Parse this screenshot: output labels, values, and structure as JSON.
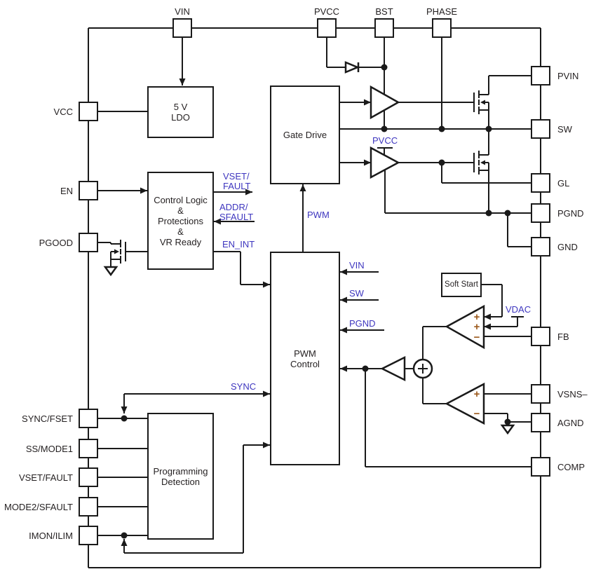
{
  "title": "Voltage regulator functional block diagram",
  "colors": {
    "line": "#1a1a1a",
    "accent_blue": "#3e36bf",
    "amp_sign": "#9c5a1d",
    "background": "#ffffff"
  },
  "pins": {
    "top": [
      {
        "label": "VIN"
      },
      {
        "label": "PVCC"
      },
      {
        "label": "BST"
      },
      {
        "label": "PHASE"
      }
    ],
    "left": [
      {
        "label": "VCC"
      },
      {
        "label": "EN"
      },
      {
        "label": "PGOOD"
      },
      {
        "label": "SYNC/FSET"
      },
      {
        "label": "SS/MODE1"
      },
      {
        "label": "VSET/FAULT"
      },
      {
        "label": "MODE2/SFAULT"
      },
      {
        "label": "IMON/ILIM"
      }
    ],
    "right": [
      {
        "label": "PVIN"
      },
      {
        "label": "SW"
      },
      {
        "label": "GL"
      },
      {
        "label": "PGND"
      },
      {
        "label": "GND"
      },
      {
        "label": "FB"
      },
      {
        "label": "VSNS–"
      },
      {
        "label": "AGND"
      },
      {
        "label": "COMP"
      }
    ]
  },
  "blocks": {
    "ldo": {
      "lines": [
        "5 V",
        "LDO"
      ]
    },
    "control_logic": {
      "lines": [
        "Control Logic",
        "&",
        "Protections",
        "&",
        "VR Ready"
      ]
    },
    "gate_drive": {
      "label": "Gate Drive"
    },
    "pwm_control": {
      "lines": [
        "PWM",
        "Control"
      ]
    },
    "programming_detection": {
      "lines": [
        "Programming",
        "Detection"
      ]
    },
    "soft_start": {
      "label": "Soft Start"
    }
  },
  "signals": {
    "vset_fault": {
      "line1": "VSET/",
      "line2": "FAULT"
    },
    "addr_sfault": {
      "line1": "ADDR/",
      "line2": "SFAULT"
    },
    "en_int": "EN_INT",
    "pwm": "PWM",
    "sync": "SYNC",
    "vin": "VIN",
    "sw": "SW",
    "pgnd": "PGND",
    "pvcc": "PVCC",
    "vdac": "VDAC"
  },
  "amp_signs": {
    "error_amp": [
      "+",
      "+",
      "−"
    ],
    "sense_amp": [
      "+",
      "−"
    ],
    "summing": "+"
  }
}
